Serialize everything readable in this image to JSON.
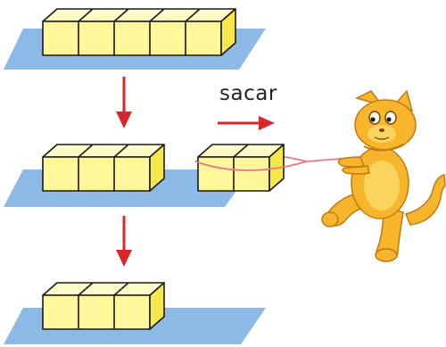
{
  "action_label": "sacar",
  "colors": {
    "cube_front": "#FFF79A",
    "cube_top": "#FFFBC8",
    "cube_side": "#F5E74A",
    "cube_outline": "#1A1A1A",
    "platform": "#8CB9E6",
    "arrow": "#D9262B",
    "rope": "#E57B86",
    "cat_body": "#F6B52A",
    "cat_belly": "#FBD45E",
    "cat_outline": "#C07A14"
  },
  "rows": [
    {
      "name": "row-top",
      "cubes": 5
    },
    {
      "name": "row-middle",
      "cubes": 3
    },
    {
      "name": "row-bottom",
      "cubes": 3
    }
  ],
  "removed_group": {
    "cubes": 2
  },
  "character": "cat-pulling-rope"
}
